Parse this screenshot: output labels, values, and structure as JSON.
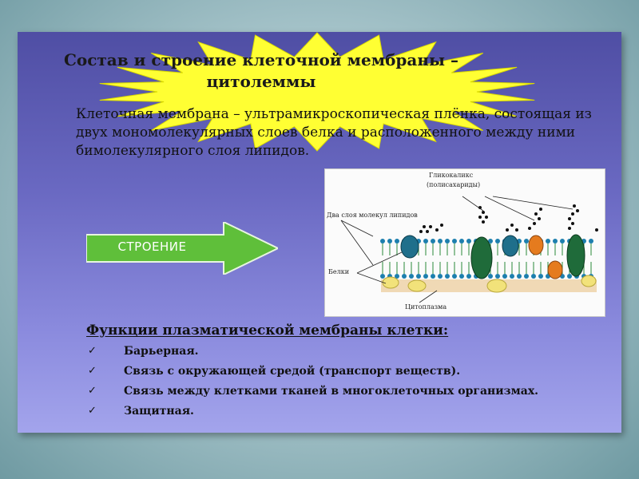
{
  "title": "Состав и строение клеточной мембраны – цитолеммы",
  "intro": "Клеточная мембрана – ультрамикроскопическая плёнка, состоящая из двух мономолекулярных слоев белка и расположенного между ними бимолекулярного слоя липидов.",
  "arrow_label": "СТРОЕНИЕ",
  "diagram": {
    "label_glycocalyx": "Гликокаликс",
    "label_polysaccharides": "(полисахариды)",
    "label_lipid_layers": "Два слоя молекул липидов",
    "label_proteins": "Белки",
    "label_cytoplasm": "Цитоплазма"
  },
  "functions": {
    "heading": "Функции плазматической мембраны клетки:",
    "items": [
      "Барьерная.",
      "Связь с окружающей средой (транспорт веществ).",
      "Связь между клетками тканей в многоклеточных организмах.",
      "Защитная."
    ],
    "bullet_icon": "checkmark-icon"
  },
  "colors": {
    "burst": "#ffff33",
    "arrow": "#5fbf3a",
    "slide_top": "#4f4ea4",
    "slide_bottom": "#a3a4ec"
  }
}
